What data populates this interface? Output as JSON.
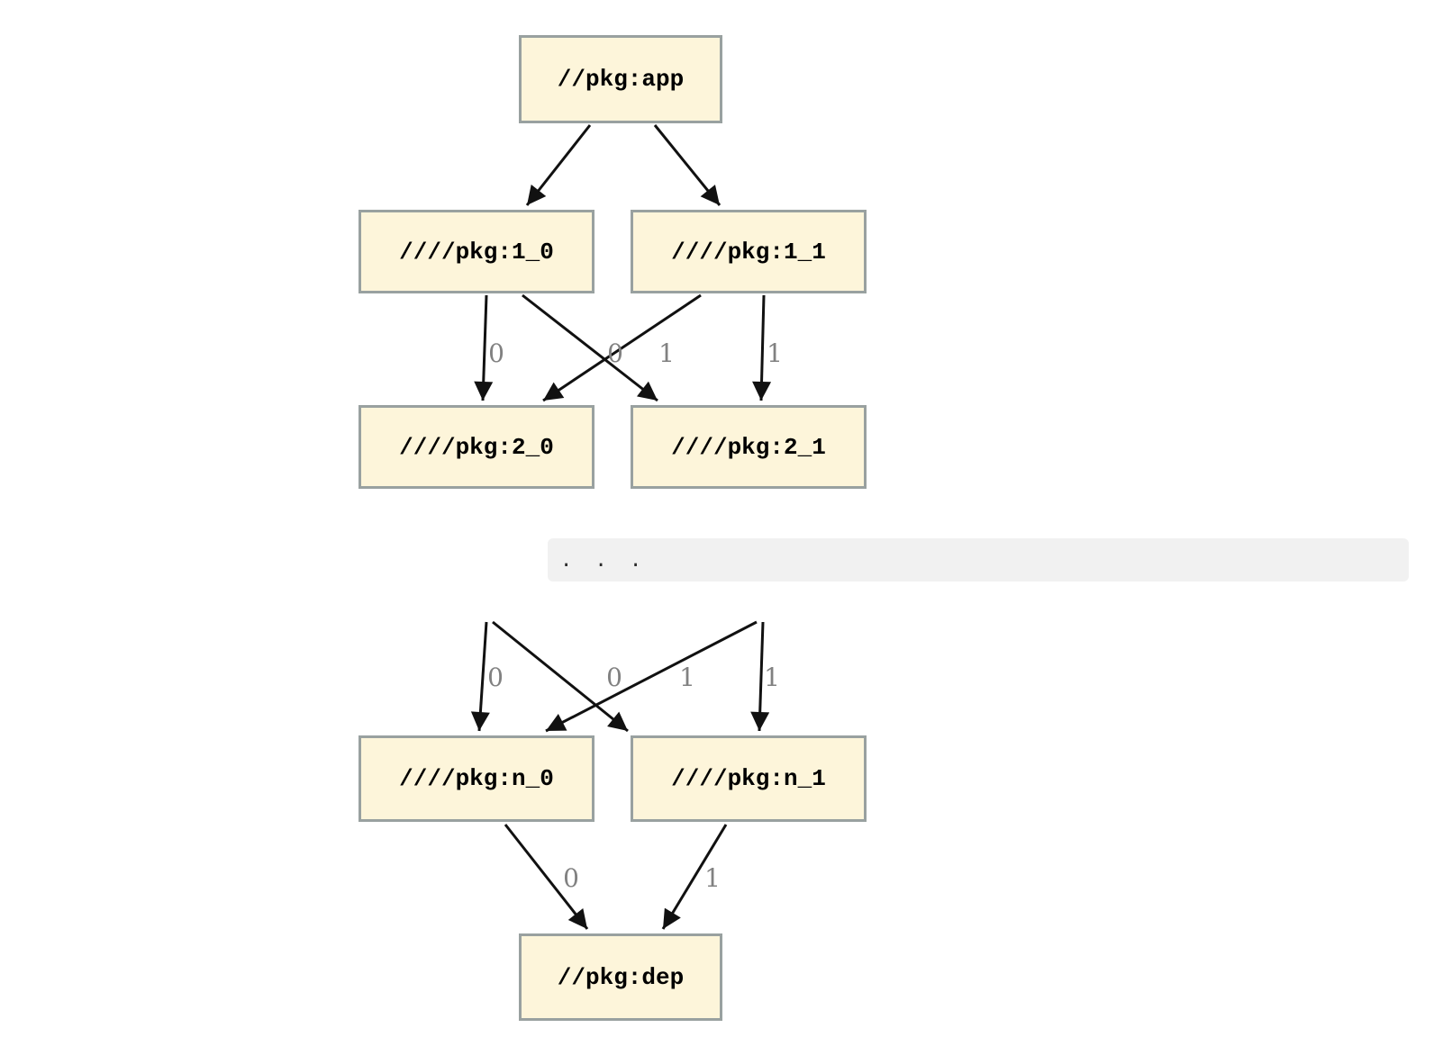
{
  "diagram": {
    "type": "dependency-graph",
    "background": "#ffffff",
    "node_style": {
      "fill": "#fdf5da",
      "border": "#99a1a0",
      "text_color": "#000000"
    },
    "edge_style": {
      "line_color": "#111111",
      "label_color": "#818181"
    },
    "nodes": {
      "app": {
        "label": "//pkg:app"
      },
      "n1_0": {
        "label": "////pkg:1_0"
      },
      "n1_1": {
        "label": "////pkg:1_1"
      },
      "n2_0": {
        "label": "////pkg:2_0"
      },
      "n2_1": {
        "label": "////pkg:2_1"
      },
      "nn_0": {
        "label": "////pkg:n_0"
      },
      "nn_1": {
        "label": "////pkg:n_1"
      },
      "dep": {
        "label": "//pkg:dep"
      }
    },
    "ellipsis": {
      "text": ". . ."
    },
    "edges": [
      {
        "from": "//pkg:app",
        "to": "////pkg:1_0",
        "label": ""
      },
      {
        "from": "//pkg:app",
        "to": "////pkg:1_1",
        "label": ""
      },
      {
        "from": "////pkg:1_0",
        "to": "////pkg:2_0",
        "label": "0"
      },
      {
        "from": "////pkg:1_0",
        "to": "////pkg:2_1",
        "label": "1"
      },
      {
        "from": "////pkg:1_1",
        "to": "////pkg:2_0",
        "label": "0"
      },
      {
        "from": "////pkg:1_1",
        "to": "////pkg:2_1",
        "label": "1"
      },
      {
        "from": "...",
        "to": "////pkg:n_0",
        "label": "0"
      },
      {
        "from": "...",
        "to": "////pkg:n_1",
        "label": "1"
      },
      {
        "from": "...",
        "to": "////pkg:n_0",
        "label": "0"
      },
      {
        "from": "...",
        "to": "////pkg:n_1",
        "label": "1"
      },
      {
        "from": "////pkg:n_0",
        "to": "//pkg:dep",
        "label": "0"
      },
      {
        "from": "////pkg:n_1",
        "to": "//pkg:dep",
        "label": "1"
      }
    ],
    "edge_labels": {
      "e_1_0__2_0": "0",
      "e_1_1__2_0": "0",
      "e_1_0__2_1": "1",
      "e_1_1__2_1": "1",
      "e_h0__n_0": "0",
      "e_h1__n_0": "0",
      "e_h0__n_1": "1",
      "e_h1__n_1": "1",
      "e_n_0__dep": "0",
      "e_n_1__dep": "1"
    }
  }
}
